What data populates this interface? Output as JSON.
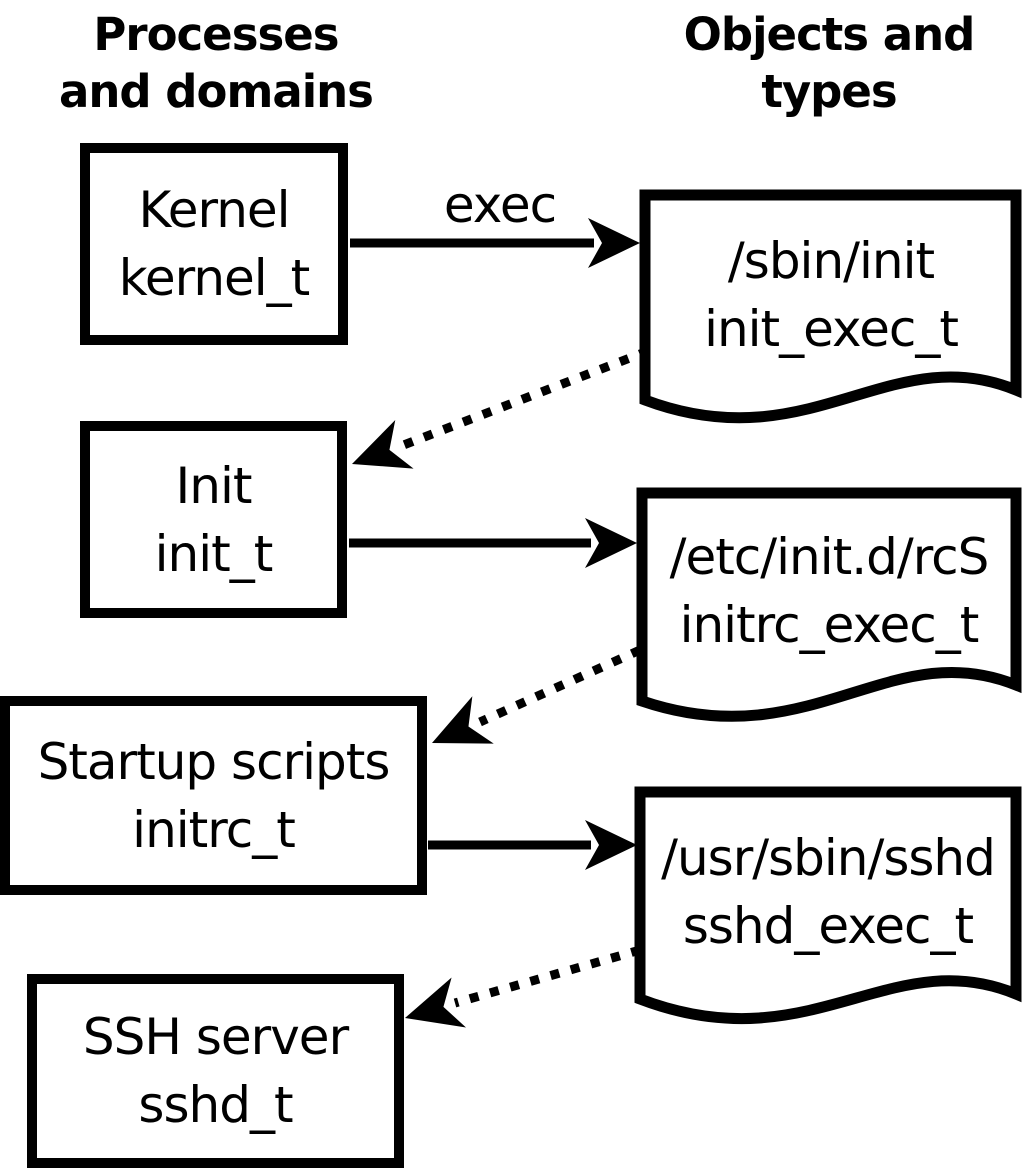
{
  "columns": {
    "left_header": {
      "line1": "Processes",
      "line2": "and domains"
    },
    "right_header": {
      "line1": "Objects and",
      "line2": "types"
    }
  },
  "processes": [
    {
      "name": "Kernel",
      "domain": "kernel_t"
    },
    {
      "name": "Init",
      "domain": "init_t"
    },
    {
      "name": "Startup scripts",
      "domain": "initrc_t"
    },
    {
      "name": "SSH server",
      "domain": "sshd_t"
    }
  ],
  "objects": [
    {
      "path": "/sbin/init",
      "type": "init_exec_t"
    },
    {
      "path": "/etc/init.d/rcS",
      "type": "initrc_exec_t"
    },
    {
      "path": "/usr/sbin/sshd",
      "type": "sshd_exec_t"
    }
  ],
  "edge_labels": {
    "exec": "exec"
  },
  "colors": {
    "ink": "#000000",
    "background": "#ffffff"
  }
}
